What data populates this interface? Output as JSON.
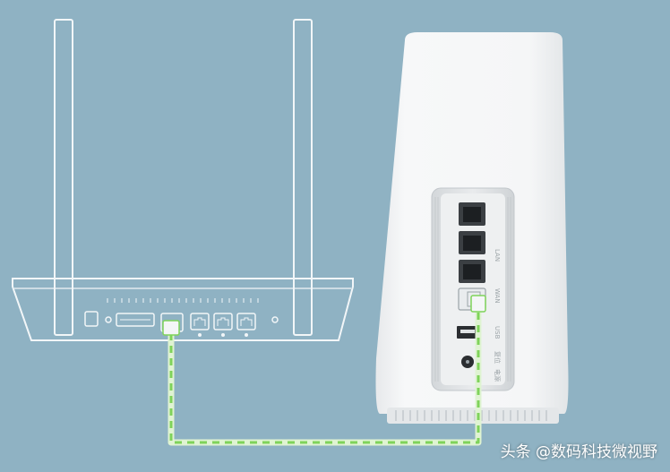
{
  "scene": {
    "background_color": "#8fb2c3",
    "line_color": "#f2f6f8",
    "cable_color": "#7fd35a",
    "device_color": "#f4f5f6"
  },
  "old_router": {
    "ports": [
      "power-port",
      "reset-hole",
      "usb-slot",
      "wan-port",
      "lan-port-1",
      "lan-port-2",
      "lan-port-3",
      "indicator-dot"
    ]
  },
  "new_router": {
    "labels": {
      "lan": "LAN",
      "wan": "WAN",
      "usb": "USB",
      "reset": "复位",
      "power": "电源"
    }
  },
  "watermark": {
    "text": "头条 @数码科技微视野"
  }
}
